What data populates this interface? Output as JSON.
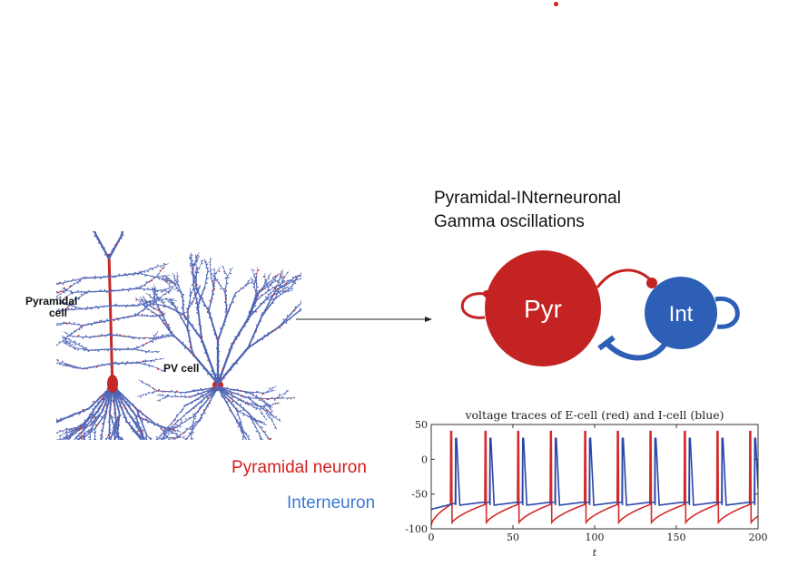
{
  "title": {
    "line1": "Pyramidal-INterneuronal",
    "line2": "Gamma oscillations"
  },
  "neurons": {
    "pyramidal_label_line1": "Pyramidal",
    "pyramidal_label_line2": "cell",
    "pv_label": "PV cell"
  },
  "circuit": {
    "pyr_label": "Pyr",
    "int_label": "Int",
    "colors": {
      "pyr": "#c42323",
      "int": "#2e5fb6"
    }
  },
  "legend": {
    "pyramidal": "Pyramidal neuron",
    "interneuron": "Interneuron"
  },
  "chart_data": {
    "type": "line",
    "title": "voltage traces of E-cell (red) and I-cell (blue)",
    "xlabel": "t",
    "ylabel": "",
    "xlim": [
      0,
      200
    ],
    "ylim": [
      -100,
      50
    ],
    "x_ticks": [
      "0",
      "50",
      "100",
      "150",
      "200"
    ],
    "y_ticks": [
      "50",
      "0",
      "-50",
      "-100"
    ],
    "grid": false,
    "series": [
      {
        "color": "#d42a2a",
        "spike_times": [
          12,
          33,
          53,
          73,
          94,
          114,
          134,
          155,
          175,
          195
        ],
        "rest": -95,
        "peak": 40
      },
      {
        "color": "#2a45a8",
        "spike_times": [
          15,
          36,
          56,
          76,
          97,
          117,
          137,
          158,
          178,
          198
        ],
        "rest": -62,
        "peak": 30
      }
    ]
  }
}
